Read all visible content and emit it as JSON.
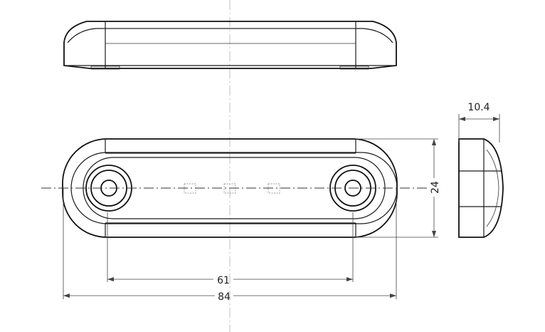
{
  "dimensions": {
    "hole_spacing": "61",
    "overall_length": "84",
    "height": "24",
    "depth": "10.4"
  }
}
